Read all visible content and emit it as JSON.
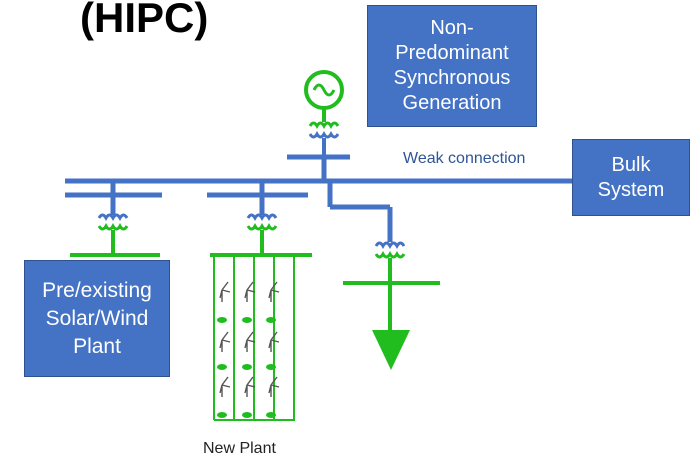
{
  "title": "(HIPC)",
  "boxes": {
    "generation": [
      "Non-",
      "Predominant",
      "Synchronous",
      "Generation"
    ],
    "bulk": [
      "Bulk",
      "System"
    ],
    "preexisting": [
      "Pre/existing",
      "Solar/Wind",
      "Plant"
    ]
  },
  "labels": {
    "weak_connection": "Weak connection",
    "new_plant": "New Plant"
  },
  "colors": {
    "bus_blue": "#4472c4",
    "transformer_green": "#21bd1f",
    "box_fill": "#4472c4"
  }
}
